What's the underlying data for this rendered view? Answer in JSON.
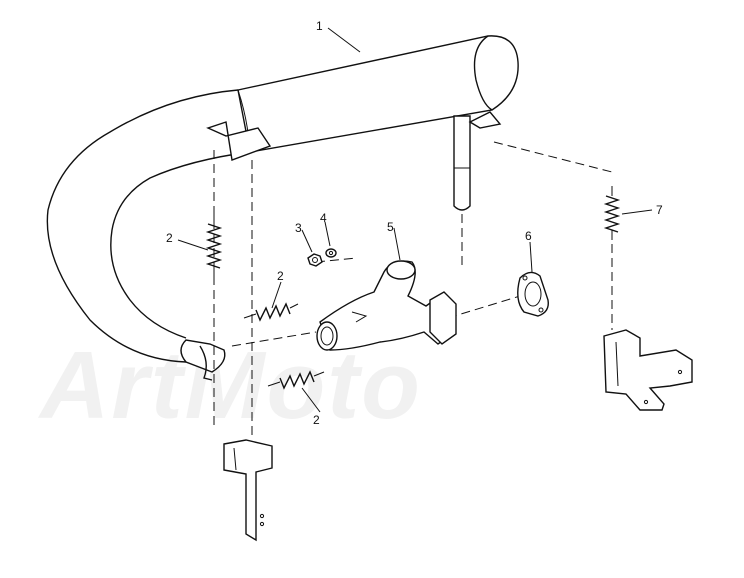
{
  "watermark": "ArtMoto",
  "callouts": [
    {
      "id": "c1",
      "label": "1"
    },
    {
      "id": "c2a",
      "label": "2"
    },
    {
      "id": "c2b",
      "label": "2"
    },
    {
      "id": "c2c",
      "label": "2"
    },
    {
      "id": "c3",
      "label": "3"
    },
    {
      "id": "c4",
      "label": "4"
    },
    {
      "id": "c5",
      "label": "5"
    },
    {
      "id": "c6",
      "label": "6"
    },
    {
      "id": "c7",
      "label": "7"
    }
  ],
  "parts": [
    "muffler",
    "spring",
    "nut",
    "washer",
    "exhaust-manifold",
    "gasket",
    "spring"
  ],
  "colors": {
    "ink": "#111111",
    "watermark": "#f1f1f1",
    "background": "#ffffff"
  }
}
